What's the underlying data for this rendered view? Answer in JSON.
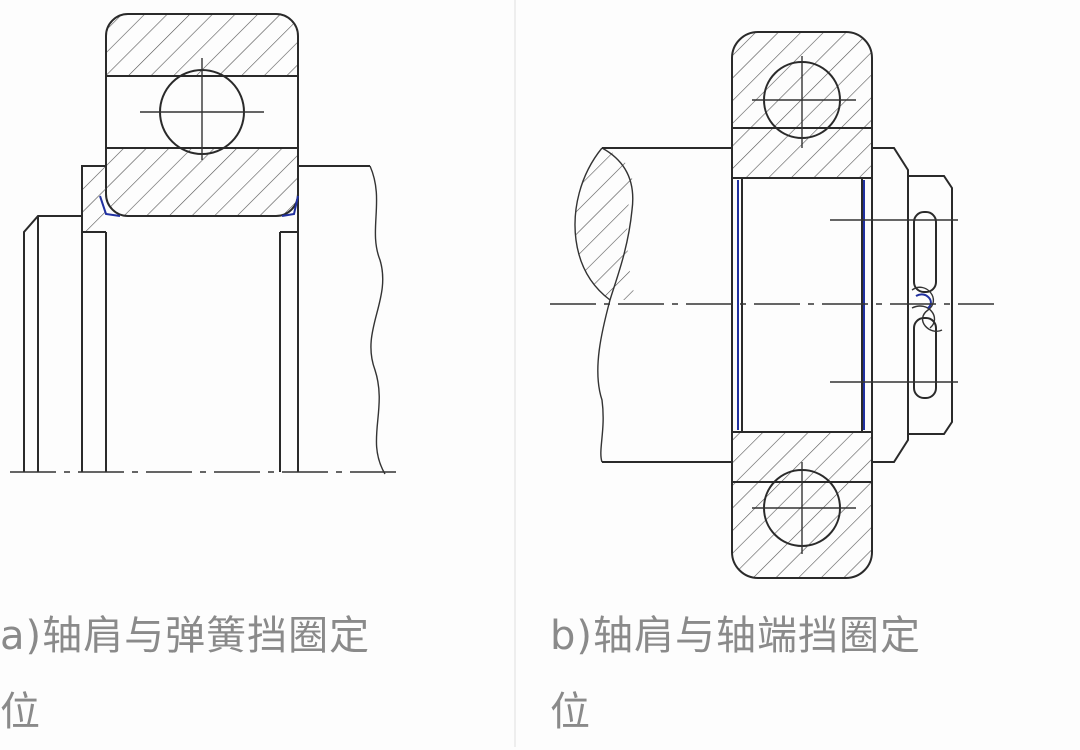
{
  "figures": [
    {
      "id": "a",
      "caption": "a)轴肩与弹簧挡圈定位",
      "caption_line1": "a)轴肩与弹簧挡圈定",
      "caption_line2": "位"
    },
    {
      "id": "b",
      "caption": "b)轴肩与轴端挡圈定位",
      "caption_line1": "b)轴肩与轴端挡圈定",
      "caption_line2": "位"
    }
  ],
  "colors": {
    "line": "#2a2a2a",
    "contact": "#2030a0",
    "caption": "#8a8a8a"
  }
}
